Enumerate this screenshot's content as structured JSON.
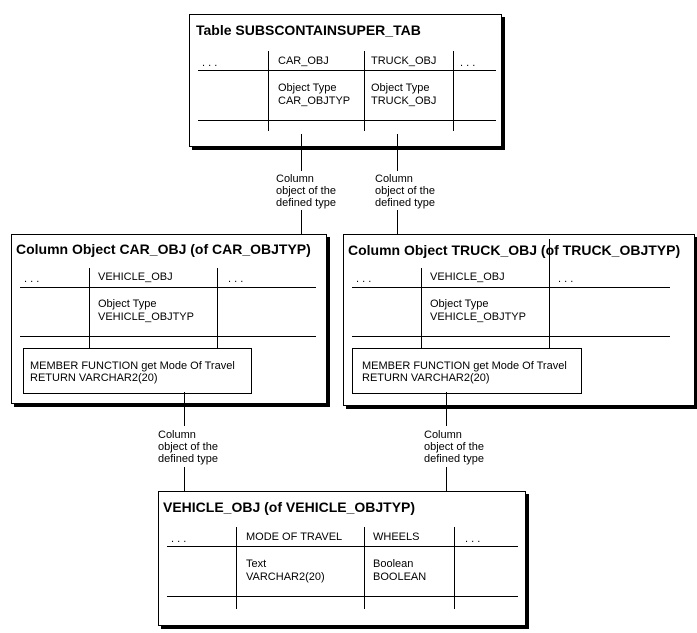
{
  "table": {
    "title": "Table SUBSCONTAINSUPER_TAB",
    "columns": [
      {
        "header": ". . .",
        "lines": []
      },
      {
        "header": "CAR_OBJ",
        "lines": [
          "Object Type",
          "CAR_OBJTYP"
        ]
      },
      {
        "header": "TRUCK_OBJ",
        "lines": [
          "Object Type",
          "TRUCK_OBJ"
        ]
      },
      {
        "header": ". . .",
        "lines": []
      }
    ]
  },
  "car_obj": {
    "title": "Column Object CAR_OBJ (of CAR_OBJTYP)",
    "columns": [
      {
        "header": ". . .",
        "lines": []
      },
      {
        "header": "VEHICLE_OBJ",
        "lines": [
          "Object Type",
          "VEHICLE_OBJTYP"
        ]
      },
      {
        "header": ". . .",
        "lines": []
      }
    ],
    "function": [
      "MEMBER FUNCTION get Mode Of Travel",
      "RETURN VARCHAR2(20)"
    ]
  },
  "truck_obj": {
    "title": "Column Object TRUCK_OBJ (of TRUCK_OBJTYP)",
    "columns": [
      {
        "header": ". . .",
        "lines": []
      },
      {
        "header": "VEHICLE_OBJ",
        "lines": [
          "Object Type",
          "VEHICLE_OBJTYP"
        ]
      },
      {
        "header": ". . .",
        "lines": []
      }
    ],
    "function": [
      "MEMBER FUNCTION get Mode Of Travel",
      "RETURN VARCHAR2(20)"
    ]
  },
  "vehicle_obj": {
    "title": "VEHICLE_OBJ (of VEHICLE_OBJTYP)",
    "columns": [
      {
        "header": ". . .",
        "lines": []
      },
      {
        "header": "MODE OF TRAVEL",
        "lines": [
          "Text",
          "VARCHAR2(20)"
        ]
      },
      {
        "header": "WHEELS",
        "lines": [
          "Boolean",
          "BOOLEAN"
        ]
      },
      {
        "header": ". . .",
        "lines": []
      }
    ]
  },
  "connectors": {
    "label": [
      "Column",
      "object of the",
      "defined type"
    ]
  }
}
